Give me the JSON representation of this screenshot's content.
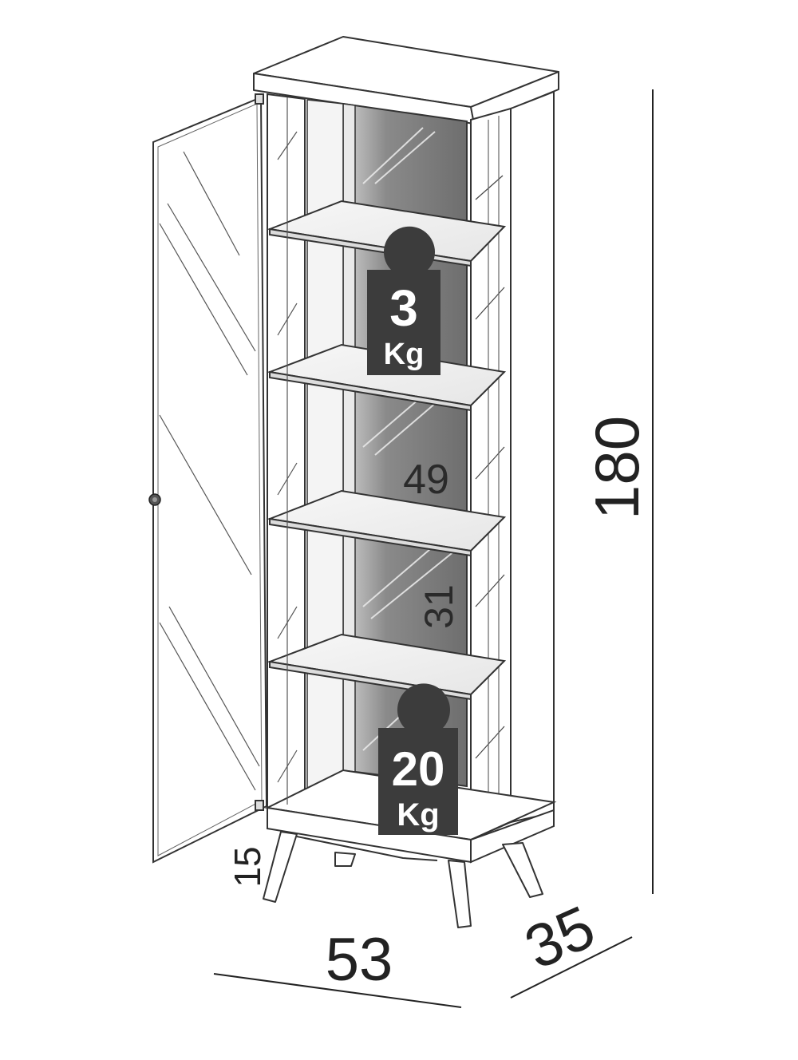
{
  "dimensions": {
    "height": "180",
    "width": "53",
    "depth": "35",
    "leg_height": "15",
    "shelf_spacing_upper": "49",
    "shelf_spacing_lower": "31"
  },
  "weights": {
    "shelf_load_value": "3",
    "shelf_load_unit": "Kg",
    "base_load_value": "20",
    "base_load_unit": "Kg"
  },
  "colors": {
    "line": "#333333",
    "back_panel_dark": "#6e6e6e",
    "back_panel_light": "#cfcfcf",
    "glass": "#eeeeee",
    "weight_badge": "#3c3c3c",
    "panel_fill": "#ffffff"
  }
}
